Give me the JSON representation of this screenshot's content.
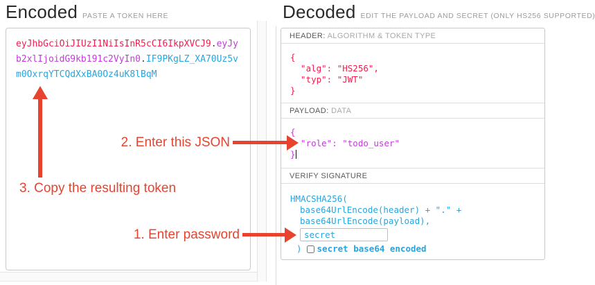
{
  "encoded": {
    "title": "Encoded",
    "subtitle": "PASTE A TOKEN HERE",
    "token": {
      "header_part": "eyJhbGciOiJIUzI1NiIsInR5cCI6IkpXVCJ9",
      "dot1": ".",
      "payload_part": "eyJyb2xlIjoidG9kb191c2VyIn0",
      "dot2": ".",
      "signature_part": "IF9PKgLZ_XA70Uz5vm0OxrqYTCQdXxBA0Oz4uK8lBqM"
    }
  },
  "decoded": {
    "title": "Decoded",
    "subtitle": "EDIT THE PAYLOAD AND SECRET (ONLY HS256 SUPPORTED)",
    "header_section": {
      "label_strong": "HEADER:",
      "label_light": "ALGORITHM & TOKEN TYPE",
      "code_lines": [
        "{",
        "  \"alg\": \"HS256\",",
        "  \"typ\": \"JWT\"",
        "}"
      ]
    },
    "payload_section": {
      "label_strong": "PAYLOAD:",
      "label_light": "DATA",
      "code_lines": [
        "{",
        "  \"role\": \"todo_user\"",
        "}"
      ]
    },
    "signature_section": {
      "label_strong": "VERIFY SIGNATURE",
      "code_line1": "HMACSHA256(",
      "code_line2": "base64UrlEncode(header) + \".\" +",
      "code_line3": "base64UrlEncode(payload),",
      "secret_value": "secret",
      "close_paren": ")",
      "checkbox_label": "secret base64 encoded",
      "checkbox_checked": false
    }
  },
  "annotations": {
    "step1": "1. Enter password",
    "step2": "2. Enter this JSON",
    "step3": "3. Copy the resulting token"
  },
  "colors": {
    "token_header": "#f01e4e",
    "token_payload": "#c13bd8",
    "token_signature": "#28a5dc",
    "annotation_red": "#e8432e",
    "panel_border": "#c9c9c9",
    "label_strong": "#58585a",
    "label_light": "#a8a8a8"
  }
}
